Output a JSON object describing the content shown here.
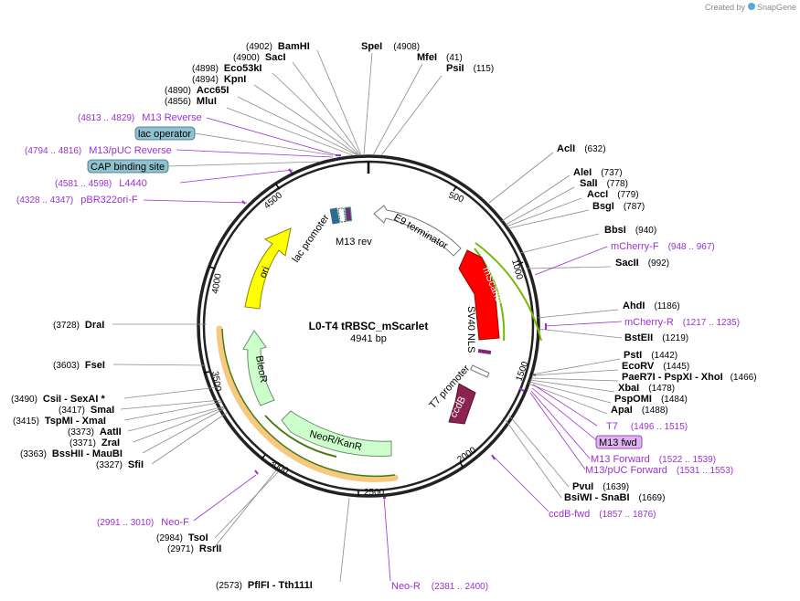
{
  "header": {
    "credit_prefix": "Created by",
    "brand": "SnapGene"
  },
  "plasmid": {
    "name": "L0-T4 tRBSC_mScarlet",
    "length_label": "4941 bp",
    "length": 4941
  },
  "ticks": [
    "500",
    "1000",
    "1500",
    "2000",
    "2500",
    "3000",
    "3500",
    "4000",
    "4500"
  ],
  "sites": [
    {
      "name": "BamHI",
      "pos": "(4902)",
      "side": "left"
    },
    {
      "name": "SacI",
      "pos": "(4900)",
      "side": "left"
    },
    {
      "name": "Eco53kI",
      "pos": "(4898)",
      "side": "left"
    },
    {
      "name": "KpnI",
      "pos": "(4894)",
      "side": "left"
    },
    {
      "name": "Acc65I",
      "pos": "(4890)",
      "side": "left"
    },
    {
      "name": "MluI",
      "pos": "(4856)",
      "side": "left"
    },
    {
      "name": "SpeI",
      "pos": "(4908)",
      "side": "right"
    },
    {
      "name": "MfeI",
      "pos": "(41)",
      "side": "right"
    },
    {
      "name": "PsiI",
      "pos": "(115)",
      "side": "right"
    },
    {
      "name": "AclI",
      "pos": "(632)",
      "side": "right"
    },
    {
      "name": "AleI",
      "pos": "(737)",
      "side": "right"
    },
    {
      "name": "SalI",
      "pos": "(778)",
      "side": "right"
    },
    {
      "name": "AccI",
      "pos": "(779)",
      "side": "right"
    },
    {
      "name": "BsgI",
      "pos": "(787)",
      "side": "right"
    },
    {
      "name": "BbsI",
      "pos": "(940)",
      "side": "right"
    },
    {
      "name": "SacII",
      "pos": "(992)",
      "side": "right"
    },
    {
      "name": "AhdI",
      "pos": "(1186)",
      "side": "right"
    },
    {
      "name": "BstEII",
      "pos": "(1219)",
      "side": "right"
    },
    {
      "name": "PstI",
      "pos": "(1442)",
      "side": "right"
    },
    {
      "name": "EcoRV",
      "pos": "(1445)",
      "side": "right"
    },
    {
      "name": "PaeR7I - PspXI - XhoI",
      "pos": "(1466)",
      "side": "right"
    },
    {
      "name": "XbaI",
      "pos": "(1478)",
      "side": "right"
    },
    {
      "name": "PspOMI",
      "pos": "(1484)",
      "side": "right"
    },
    {
      "name": "ApaI",
      "pos": "(1488)",
      "side": "right"
    },
    {
      "name": "PvuI",
      "pos": "(1639)",
      "side": "right"
    },
    {
      "name": "BsiWI - SnaBI",
      "pos": "(1669)",
      "side": "right"
    },
    {
      "name": "PflFI - Tth111I",
      "pos": "(2573)",
      "side": "left"
    },
    {
      "name": "TsoI",
      "pos": "(2984)",
      "side": "left"
    },
    {
      "name": "RsrII",
      "pos": "(2971)",
      "side": "left"
    },
    {
      "name": "SfiI",
      "pos": "(3327)",
      "side": "left"
    },
    {
      "name": "BssHII - MauBI",
      "pos": "(3363)",
      "side": "left"
    },
    {
      "name": "ZraI",
      "pos": "(3371)",
      "side": "left"
    },
    {
      "name": "AatII",
      "pos": "(3373)",
      "side": "left"
    },
    {
      "name": "TspMI - XmaI",
      "pos": "(3415)",
      "side": "left"
    },
    {
      "name": "SmaI",
      "pos": "(3417)",
      "side": "left"
    },
    {
      "name": "CsiI - SexAI *",
      "pos": "(3490)",
      "side": "left"
    },
    {
      "name": "FseI",
      "pos": "(3603)",
      "side": "left"
    },
    {
      "name": "DraI",
      "pos": "(3728)",
      "side": "left"
    }
  ],
  "primers": [
    {
      "name": "M13 Reverse",
      "pos": "(4813 .. 4829)"
    },
    {
      "name": "M13/pUC Reverse",
      "pos": "(4794 .. 4816)"
    },
    {
      "name": "L4440",
      "pos": "(4581 .. 4598)"
    },
    {
      "name": "pBR322ori-F",
      "pos": "(4328 .. 4347)"
    },
    {
      "name": "mCherry-F",
      "pos": "(948 .. 967)"
    },
    {
      "name": "mCherry-R",
      "pos": "(1217 .. 1235)"
    },
    {
      "name": "T7",
      "pos": "(1496 .. 1515)"
    },
    {
      "name": "M13 fwd",
      "pos": ""
    },
    {
      "name": "M13 Forward",
      "pos": "(1522 .. 1539)"
    },
    {
      "name": "M13/pUC Forward",
      "pos": "(1531 .. 1553)"
    },
    {
      "name": "ccdB-fwd",
      "pos": "(1857 .. 1876)"
    },
    {
      "name": "Neo-R",
      "pos": "(2381 .. 2400)"
    },
    {
      "name": "Neo-F",
      "pos": "(2991 .. 3010)"
    }
  ],
  "boxed_features": [
    {
      "name": "lac operator",
      "color": "#8fc1d0"
    },
    {
      "name": "CAP binding site",
      "color": "#8fc1d0"
    }
  ],
  "features": [
    {
      "name": "E9 terminator",
      "color": "#ffffff"
    },
    {
      "name": "mScarlet",
      "color": "#ff0000"
    },
    {
      "name": "SV40 NLS",
      "color": "#7b2a7b"
    },
    {
      "name": "T7 promoter",
      "color": "#ffffff"
    },
    {
      "name": "ccdB",
      "color": "#8b2252"
    },
    {
      "name": "NeoR/KanR",
      "color": "#ccffcc"
    },
    {
      "name": "BleoR",
      "color": "#ccffcc"
    },
    {
      "name": "ori",
      "color": "#ffff00"
    },
    {
      "name": "lac promoter",
      "color": "#ffffff"
    },
    {
      "name": "M13 rev",
      "color": "#ffffff"
    }
  ]
}
